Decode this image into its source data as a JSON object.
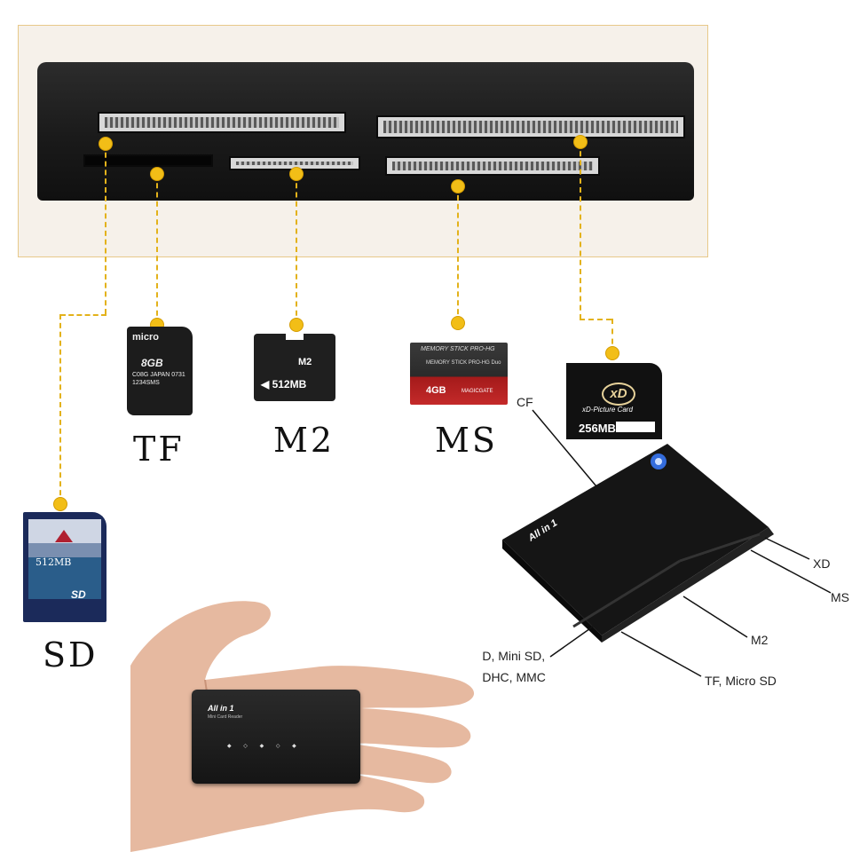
{
  "labels": {
    "tf": "TF",
    "m2": "M2",
    "ms": "MS",
    "sd": "SD"
  },
  "cards": {
    "tf": {
      "logo": "micro",
      "capacity": "8GB",
      "text": "C08G JAPAN 0731 1234SMS"
    },
    "m2": {
      "type": "M2",
      "capacity": "◀ 512MB"
    },
    "ms": {
      "line1": "MEMORY STICK PRO-HG",
      "line2": "MEMORY STICK PRO-HG Duo",
      "capacity": "4GB",
      "magicgate": "MAGICGATE"
    },
    "xd": {
      "logo": "xD",
      "name": "xD-Picture Card",
      "capacity": "256MB"
    },
    "sd": {
      "capacity": "512MB",
      "logo": "SD"
    }
  },
  "callouts": {
    "cf": "CF",
    "xd": "XD",
    "ms": "MS",
    "m2": "M2",
    "tf": "TF, Micro SD",
    "sd_line1": "SD, Mini SD,",
    "sd_line2": "SDHC, MMC"
  },
  "reader": {
    "brand": "All in 1",
    "subtitle": "Mini Card Reader"
  },
  "colors": {
    "connector": "#e3b21b",
    "panel_border": "#e8c98a",
    "led": "#3a7bff"
  }
}
